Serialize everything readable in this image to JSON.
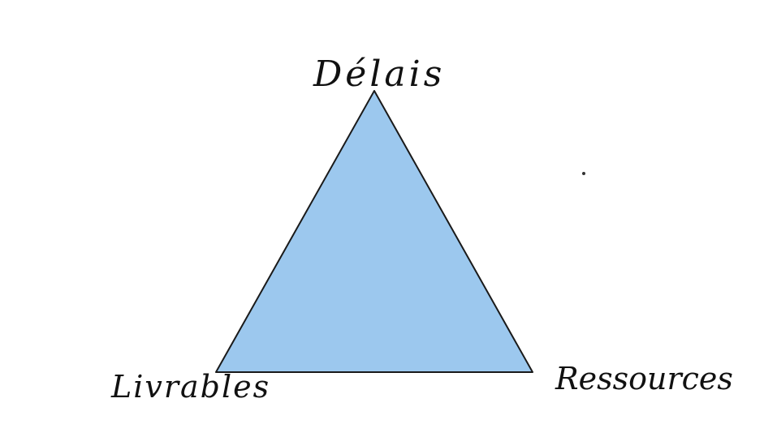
{
  "diagram": {
    "shape": "triangle",
    "fill_color": "#9cc8ee",
    "stroke_color": "#1a1a1a",
    "labels": {
      "top": "Délais",
      "bottom_left": "Livrables",
      "bottom_right": "Ressources"
    }
  }
}
